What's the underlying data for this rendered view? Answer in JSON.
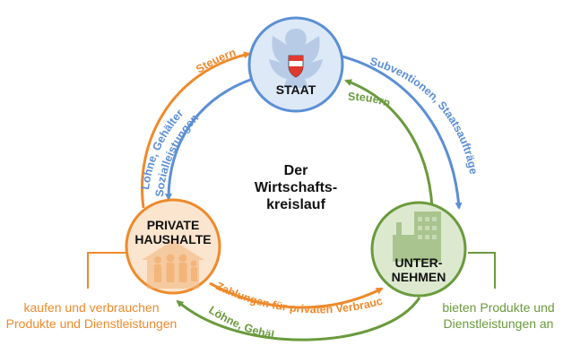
{
  "center": {
    "line1": "Der",
    "line2": "Wirtschafts-",
    "line3": "kreislauf"
  },
  "nodes": {
    "staat": {
      "label": "STAAT"
    },
    "haushalte": {
      "line1": "PRIVATE",
      "line2": "HAUSHALTE"
    },
    "unternehmen": {
      "line1": "UNTER-",
      "line2": "NEHMEN"
    }
  },
  "flows": {
    "steuern_haushalte": "Steuern",
    "loehne_staat": "Löhne, Gehälter",
    "sozialleistungen": "Sozialleistungen",
    "subventionen": "Subventionen, Staatsaufträge",
    "steuern_unternehmen": "Steuern",
    "zahlungen": "Zahlungen für privaten Verbrauch",
    "loehne_unternehmen": "Löhne, Gehälter"
  },
  "side_notes": {
    "left_line1": "kaufen und verbrauchen",
    "left_line2": "Produkte und Dienstleistungen",
    "right_line1": "bieten Produkte und",
    "right_line2": "Dienstleistungen an"
  },
  "colors": {
    "blue": "#5b8fd4",
    "blue_fill": "#dde9f7",
    "orange": "#ee8a2b",
    "orange_fill": "#fbe5cf",
    "green": "#6a9a3c",
    "green_fill": "#dce9cf",
    "flag_red": "#e03a2e"
  }
}
